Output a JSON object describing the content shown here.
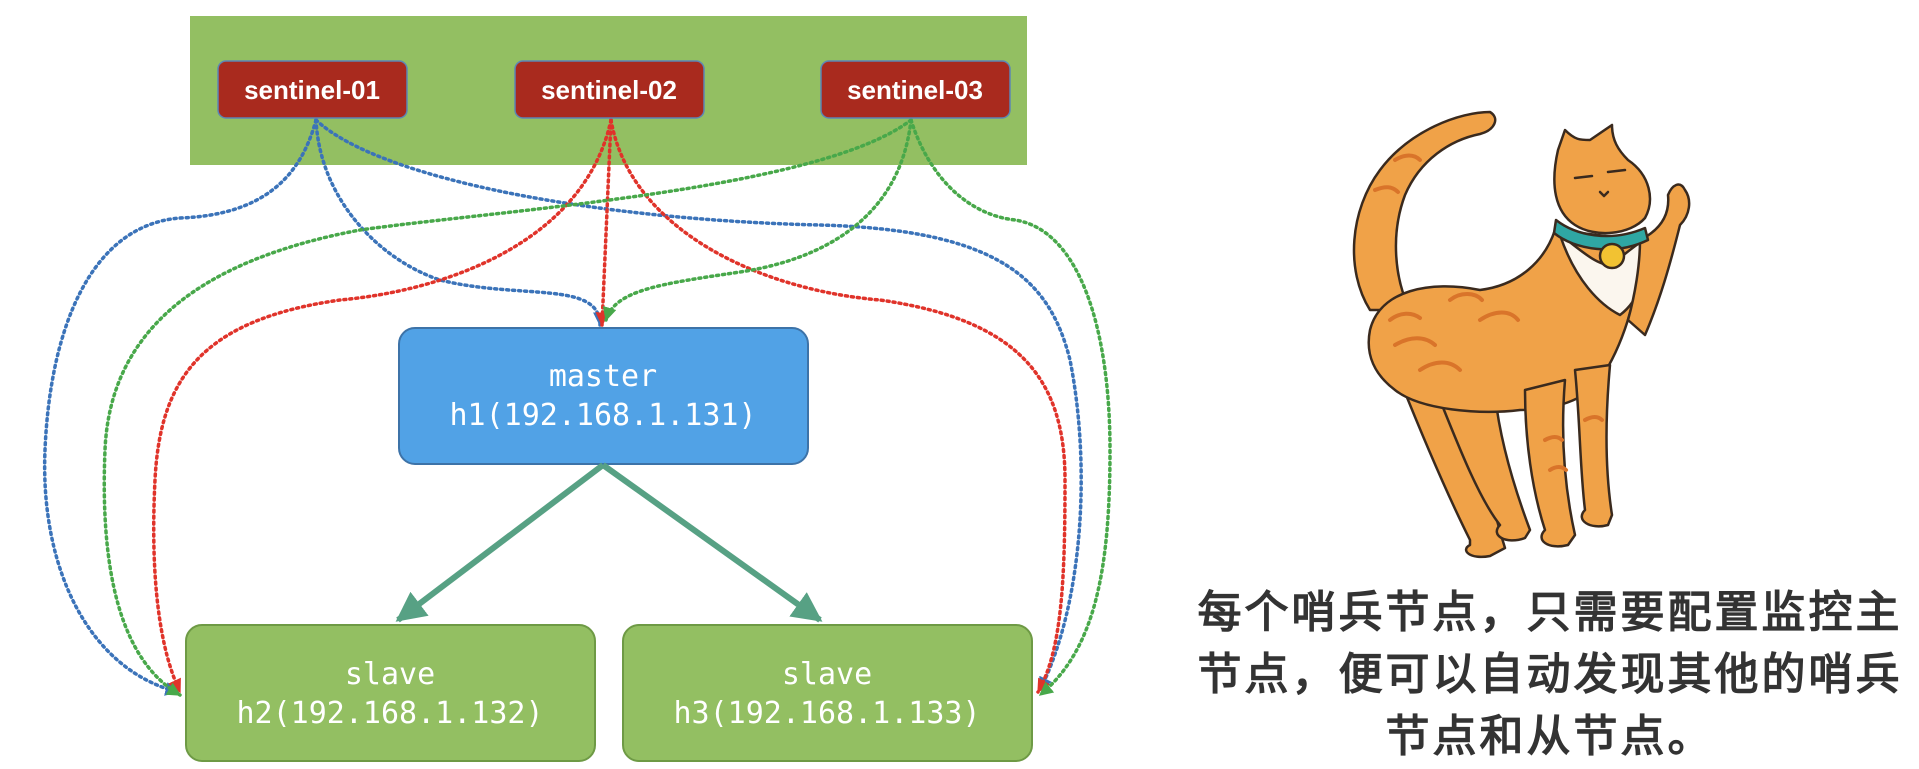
{
  "sentinels": [
    {
      "label": "sentinel-01",
      "link_color": "#3b73b9"
    },
    {
      "label": "sentinel-02",
      "link_color": "#e0332a"
    },
    {
      "label": "sentinel-03",
      "link_color": "#48a84a"
    }
  ],
  "master": {
    "role": "master",
    "host": "h1(192.168.1.131)"
  },
  "slaves": [
    {
      "role": "slave",
      "host": "h2(192.168.1.132)"
    },
    {
      "role": "slave",
      "host": "h3(192.168.1.133)"
    }
  ],
  "caption": {
    "lines": [
      "每个哨兵节点，只需要配置监控主",
      "节点，便可以自动发现其他的哨兵",
      "节点和从节点。"
    ]
  },
  "colors": {
    "sentinel_panel": "#93bf62",
    "sentinel_box": "#a92a1e",
    "master_box": "#51a2e6",
    "slave_box": "#93bf62",
    "replication_arrow": "#57a184",
    "cat_body": "#f0a248",
    "cat_collar": "#2fa7a3"
  },
  "illustration": {
    "icon": "orange-cat-illustration"
  }
}
